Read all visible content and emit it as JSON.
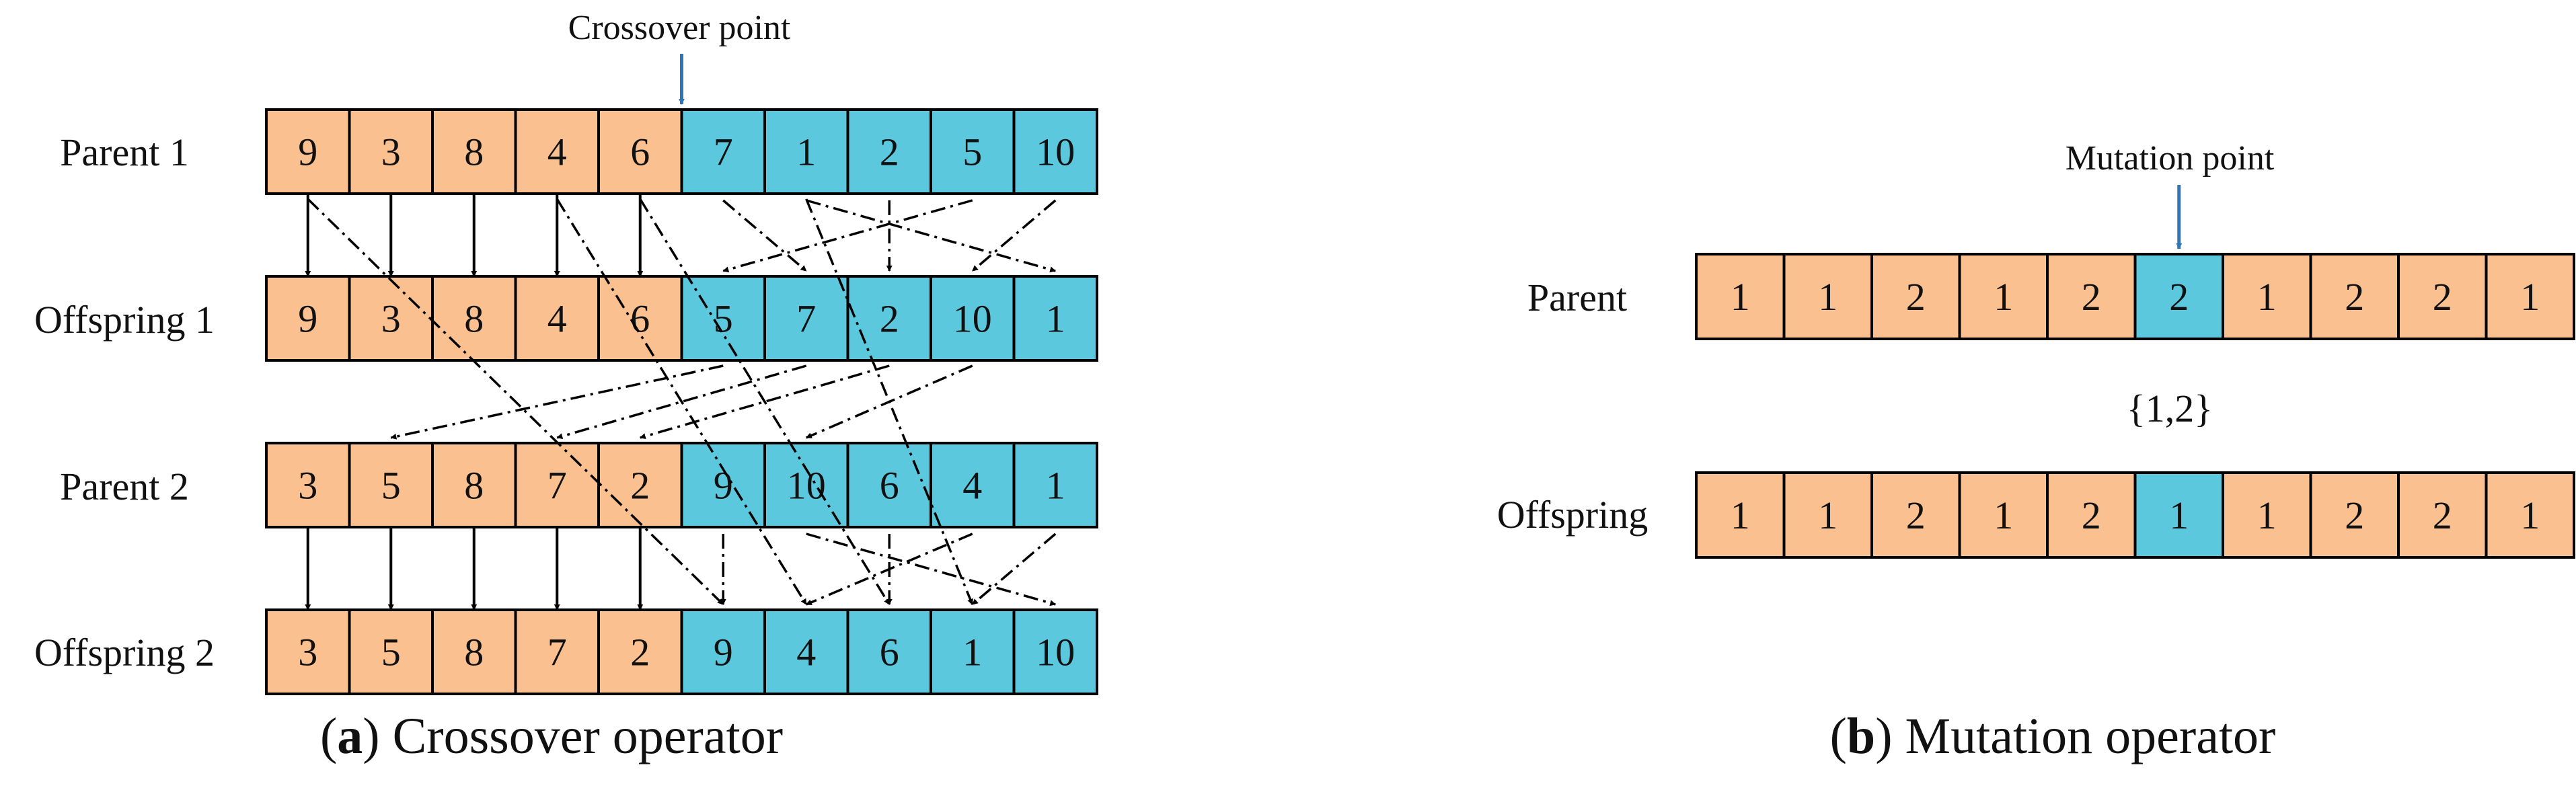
{
  "crossover": {
    "point_label": "Crossover point",
    "caption_letter": "a",
    "caption_text": "Crossover operator",
    "rows": [
      {
        "label": "Parent 1",
        "values": [
          "9",
          "3",
          "8",
          "4",
          "6",
          "7",
          "1",
          "2",
          "5",
          "10"
        ]
      },
      {
        "label": "Offspring 1",
        "values": [
          "9",
          "3",
          "8",
          "4",
          "6",
          "5",
          "7",
          "2",
          "10",
          "1"
        ]
      },
      {
        "label": "Parent 2",
        "values": [
          "3",
          "5",
          "8",
          "7",
          "2",
          "9",
          "10",
          "6",
          "4",
          "1"
        ]
      },
      {
        "label": "Offspring 2",
        "values": [
          "3",
          "5",
          "8",
          "7",
          "2",
          "9",
          "4",
          "6",
          "1",
          "10"
        ]
      }
    ],
    "split_index": 5
  },
  "mutation": {
    "point_label": "Mutation point",
    "caption_letter": "b",
    "caption_text": "Mutation operator",
    "set_label": "{1,2}",
    "rows": [
      {
        "label": "Parent",
        "values": [
          "1",
          "1",
          "2",
          "1",
          "2",
          "2",
          "1",
          "2",
          "2",
          "1"
        ]
      },
      {
        "label": "Offspring",
        "values": [
          "1",
          "1",
          "2",
          "1",
          "2",
          "1",
          "1",
          "2",
          "2",
          "1"
        ]
      }
    ],
    "mutation_index": 5
  },
  "colors": {
    "left_segment": "#FAC090",
    "right_segment": "#5BC8DD",
    "marker_arrow": "#2E75B6",
    "line": "#000000"
  }
}
